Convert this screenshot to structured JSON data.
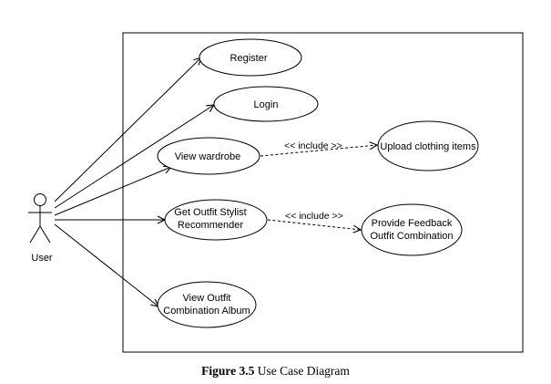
{
  "diagram": {
    "actor": {
      "label": "User"
    },
    "use_cases": [
      {
        "id": "uc-register",
        "lines": [
          "Register"
        ]
      },
      {
        "id": "uc-login",
        "lines": [
          "Login"
        ]
      },
      {
        "id": "uc-view-wardrobe",
        "lines": [
          "View wardrobe"
        ]
      },
      {
        "id": "uc-get-outfit",
        "lines": [
          "Get Outfit Stylist",
          "Recommender"
        ]
      },
      {
        "id": "uc-view-album",
        "lines": [
          "View Outfit",
          "Combination Album"
        ]
      },
      {
        "id": "uc-upload",
        "lines": [
          "Upload clothing items"
        ]
      },
      {
        "id": "uc-feedback",
        "lines": [
          "Provide Feedback",
          "Outfit Combination"
        ]
      }
    ],
    "associations": [
      {
        "from": "actor",
        "to": "uc-register"
      },
      {
        "from": "actor",
        "to": "uc-login"
      },
      {
        "from": "actor",
        "to": "uc-view-wardrobe"
      },
      {
        "from": "actor",
        "to": "uc-get-outfit"
      },
      {
        "from": "actor",
        "to": "uc-view-album"
      }
    ],
    "includes": [
      {
        "from": "uc-view-wardrobe",
        "to": "uc-upload",
        "label": "<< include >>"
      },
      {
        "from": "uc-get-outfit",
        "to": "uc-feedback",
        "label": "<< include >>"
      }
    ]
  },
  "caption": {
    "number": "Figure 3.5",
    "text": "Use Case Diagram"
  }
}
